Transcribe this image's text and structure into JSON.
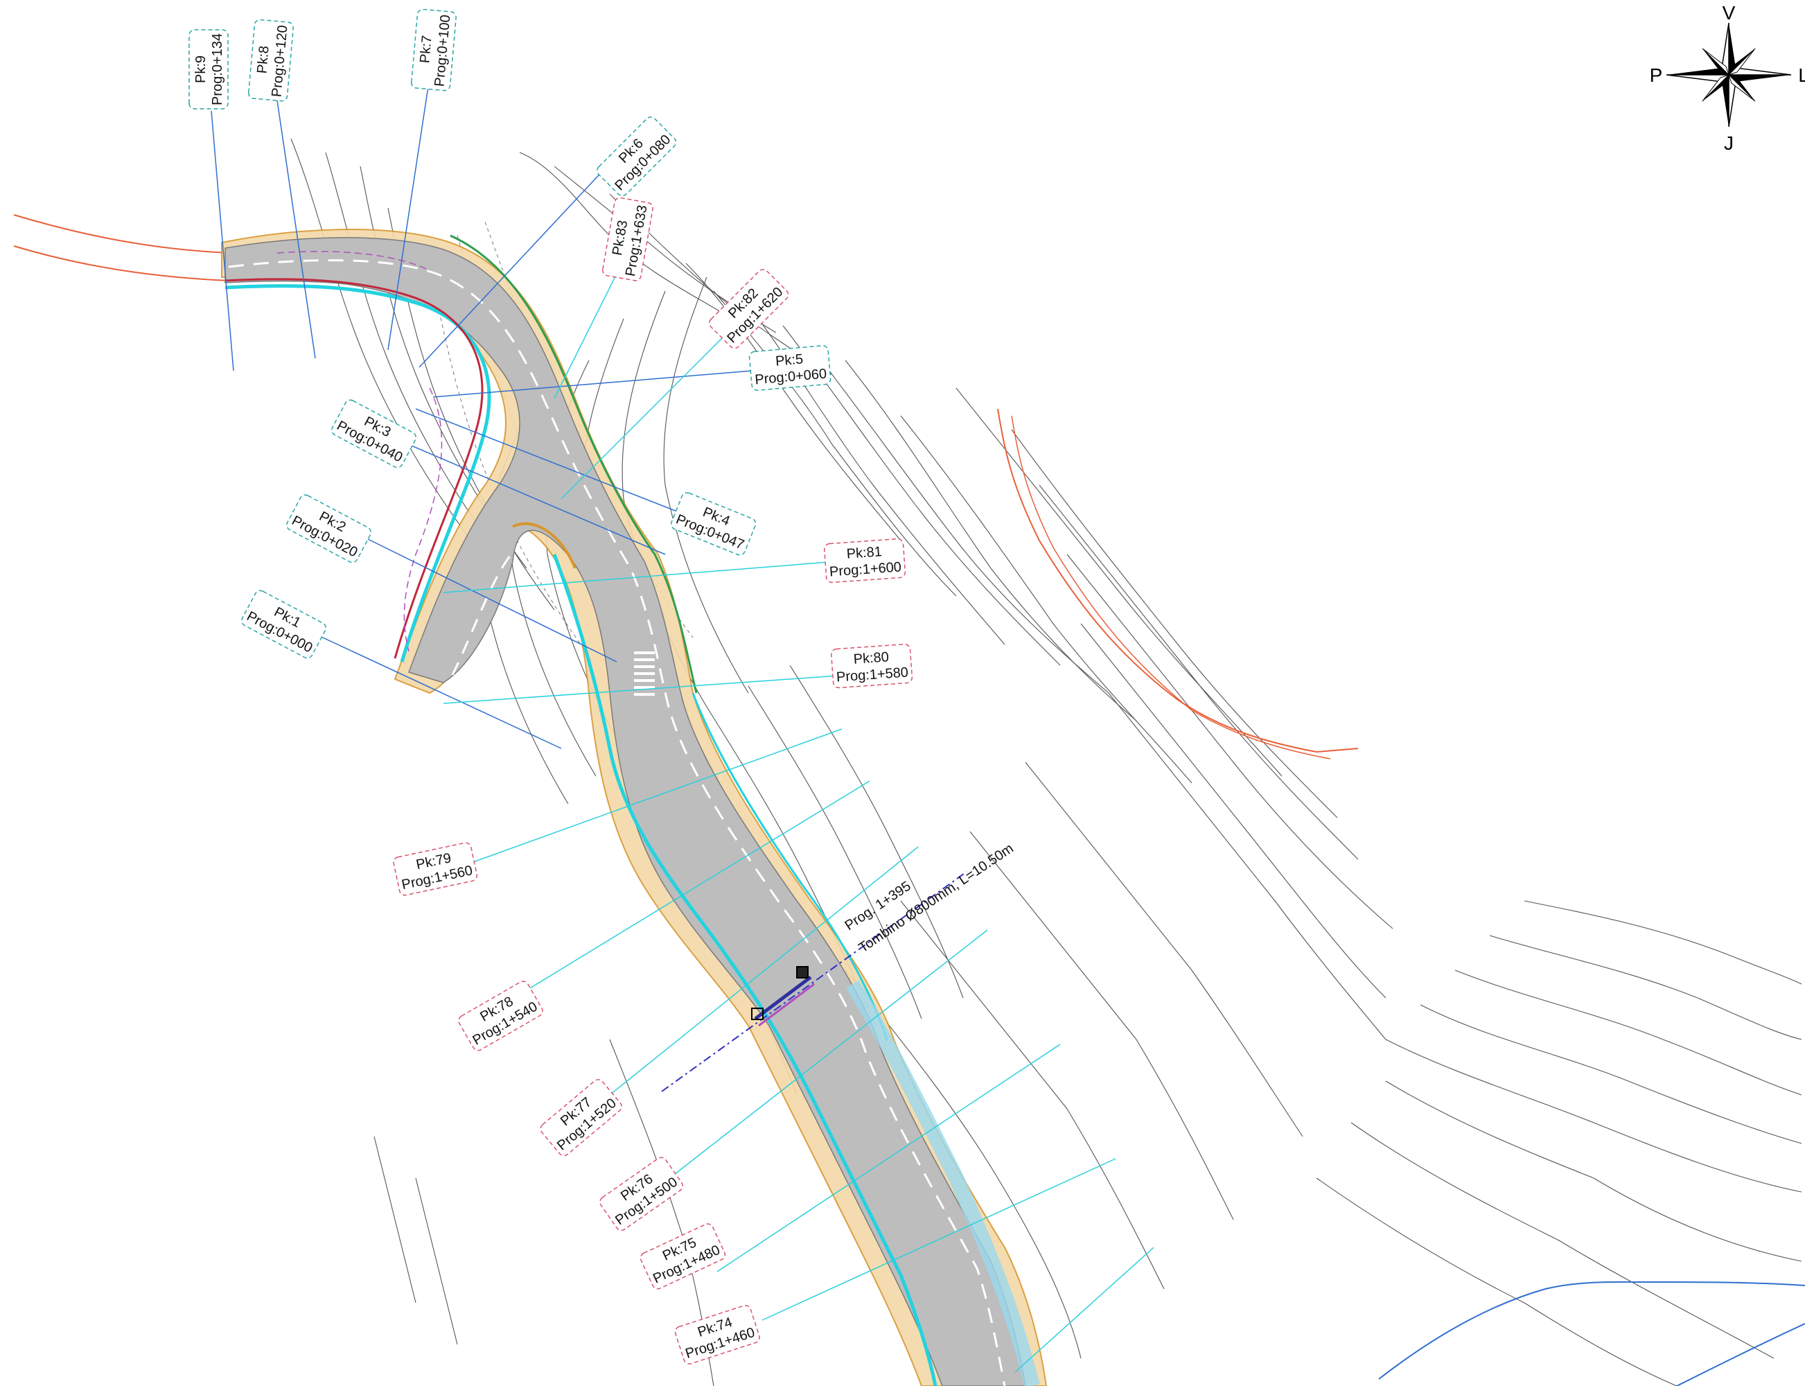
{
  "compass": {
    "north": "V",
    "south": "J",
    "east": "L",
    "west": "P"
  },
  "culvert": {
    "line1": "Prog. 1+395",
    "line2": "Tombino Ø800mm, L=10.50m"
  },
  "stations_blue": [
    {
      "pk": "Pk:9",
      "prog": "Prog:0+134"
    },
    {
      "pk": "Pk:8",
      "prog": "Prog:0+120"
    },
    {
      "pk": "Pk:7",
      "prog": "Prog:0+100"
    },
    {
      "pk": "Pk:6",
      "prog": "Prog:0+080"
    },
    {
      "pk": "Pk:5",
      "prog": "Prog:0+060"
    },
    {
      "pk": "Pk:4",
      "prog": "Prog:0+047"
    },
    {
      "pk": "Pk:3",
      "prog": "Prog:0+040"
    },
    {
      "pk": "Pk:2",
      "prog": "Prog:0+020"
    },
    {
      "pk": "Pk:1",
      "prog": "Prog:0+000"
    }
  ],
  "stations_red": [
    {
      "pk": "Pk:83",
      "prog": "Prog:1+633"
    },
    {
      "pk": "Pk:82",
      "prog": "Prog:1+620"
    },
    {
      "pk": "Pk:81",
      "prog": "Prog:1+600"
    },
    {
      "pk": "Pk:80",
      "prog": "Prog:1+580"
    },
    {
      "pk": "Pk:79",
      "prog": "Prog:1+560"
    },
    {
      "pk": "Pk:78",
      "prog": "Prog:1+540"
    },
    {
      "pk": "Pk:77",
      "prog": "Prog:1+520"
    },
    {
      "pk": "Pk:76",
      "prog": "Prog:1+500"
    },
    {
      "pk": "Pk:75",
      "prog": "Prog:1+480"
    },
    {
      "pk": "Pk:74",
      "prog": "Prog:1+460"
    }
  ],
  "colors": {
    "road": "#b9b9b9",
    "cyan": "#22d3e0",
    "orange_slope": "#e0a24a",
    "contour": "#555555",
    "section_blue": "#2f6fd0",
    "section_cyan": "#2ad0dd",
    "red_line": "#e8603a"
  }
}
